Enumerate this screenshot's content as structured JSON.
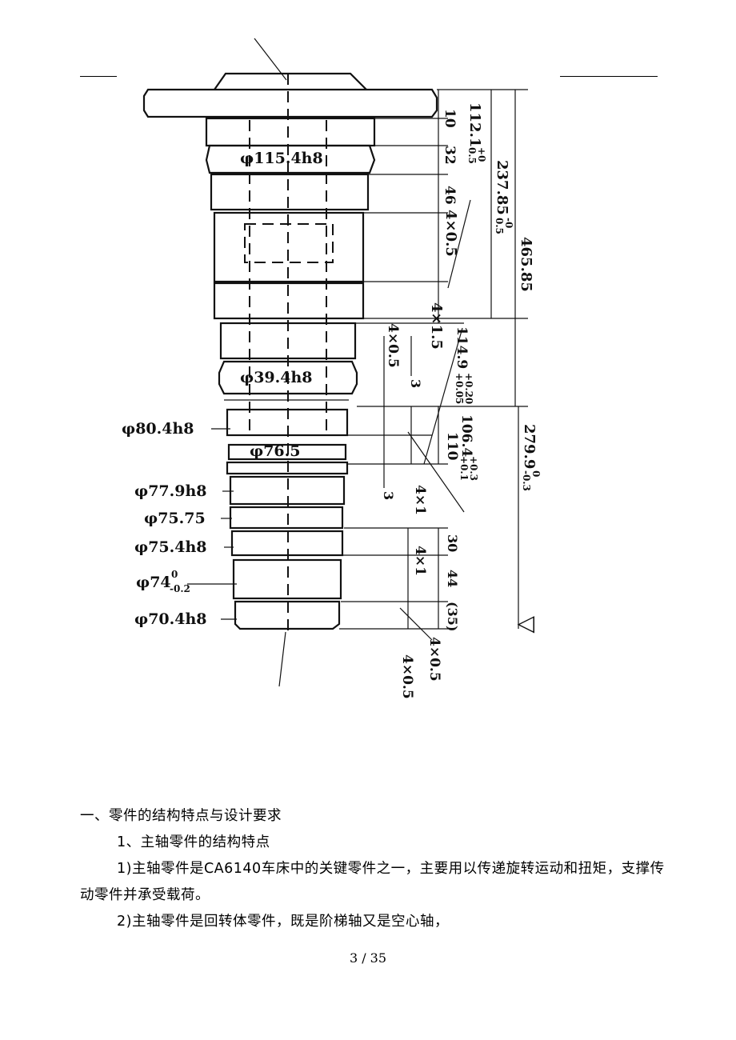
{
  "figure": {
    "dimensions_right": [
      "112.1",
      "+0",
      "0.5",
      "10",
      "32",
      "46",
      "237.85",
      "-0",
      "0.5",
      "465.85",
      "4×0.5",
      "4×1.5",
      "114.9",
      "+0.20",
      "+0.05",
      "3",
      "106.4",
      "+0.3",
      "+0.1",
      "110",
      "279.9",
      "0",
      "-0.3",
      "4×1",
      "30",
      "44",
      "(35)",
      "4×0.5",
      "4×0.5"
    ],
    "dimensions_left": [
      "φ115.4h8",
      "φ39.4h8",
      "φ80.4h8",
      "φ76.5",
      "φ77.9h8",
      "φ75.75",
      "φ75.4h8",
      "φ74",
      "0",
      "-0.2",
      "φ70.4h8"
    ],
    "small_dims": [
      "4×0.5",
      "3"
    ],
    "symbol": "▽"
  },
  "text": {
    "heading": "一、零件的结构特点与设计要求",
    "subheading": "1、主轴零件的结构特点",
    "para1": "1)主轴零件是CA6140车床中的关键零件之一，主要用以传递旋转运动和扭矩，支撑传动零件并承受载荷。",
    "para2": "2)主轴零件是回转体零件，既是阶梯轴又是空心轴，"
  },
  "footer": {
    "page": "3 / 35"
  }
}
